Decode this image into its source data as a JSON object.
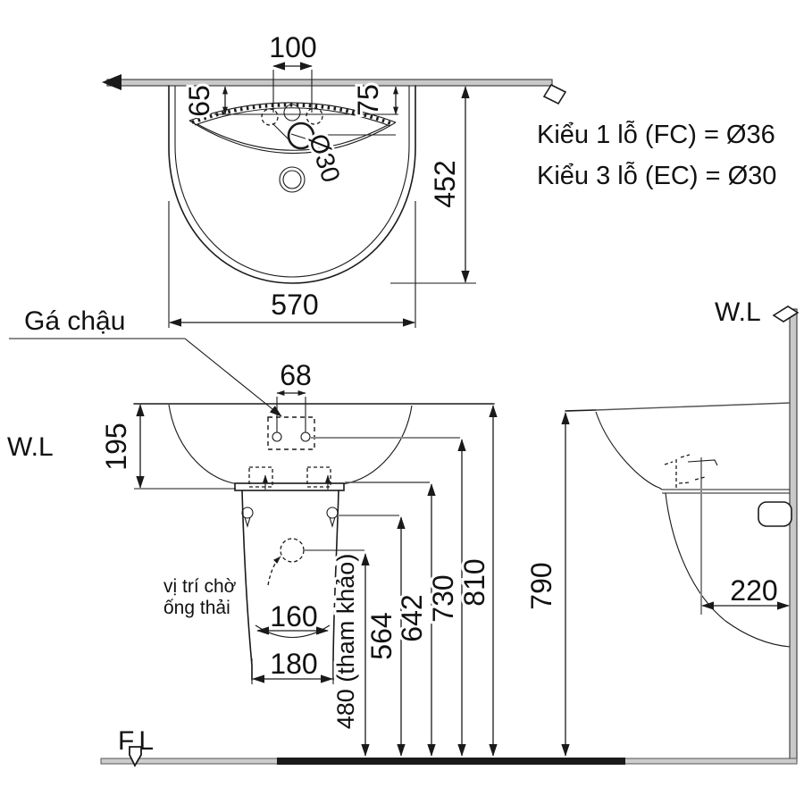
{
  "notes": {
    "type1": "Kiểu 1 lỗ (FC) = Ø36",
    "type3": "Kiểu 3 lỗ (EC) = Ø30"
  },
  "labels": {
    "bracket": "Gá chậu",
    "water_line_left": "W.L",
    "water_line_right": "W.L",
    "floor_line": "F.L",
    "waste_line1": "vị trí chờ",
    "waste_line2": "ống thải"
  },
  "dims": {
    "d100": "100",
    "d65": "65",
    "d75": "75",
    "d30": "Ø30",
    "d452": "452",
    "d570": "570",
    "d68": "68",
    "d195": "195",
    "d160": "160",
    "d180": "180",
    "d480": "480 (tham khảo)",
    "d564": "564",
    "d642": "642",
    "d730": "730",
    "d810": "810",
    "d790": "790",
    "d220": "220"
  }
}
